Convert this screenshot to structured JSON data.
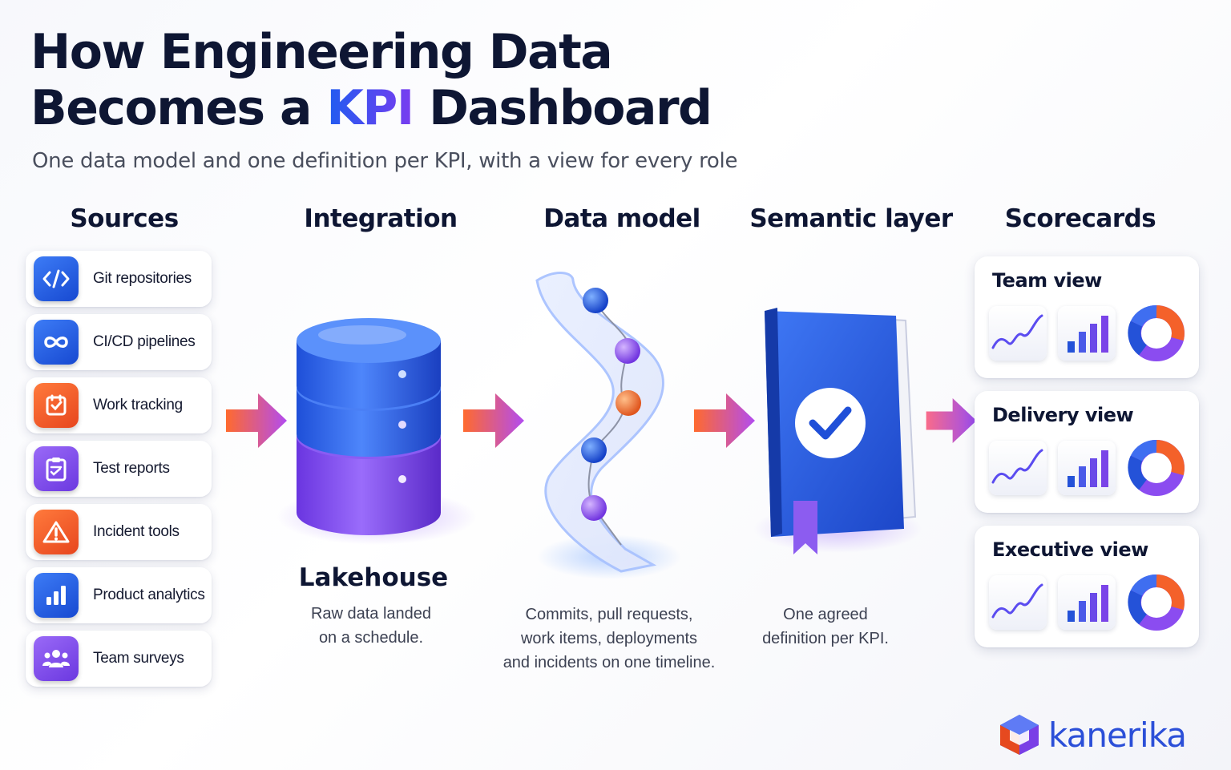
{
  "title": {
    "line1": "How Engineering Data",
    "line2_before": "Becomes a ",
    "line2_highlight": "KPI",
    "line2_after": " Dashboard"
  },
  "subtitle": "One data model and one definition per KPI, with a view for every role",
  "stages": {
    "sources": "Sources",
    "integration": "Integration",
    "data_model": "Data model",
    "semantic_layer": "Semantic layer",
    "scorecards": "Scorecards"
  },
  "sources": [
    {
      "label": "Git repositories",
      "icon": "code-icon",
      "color": "blue"
    },
    {
      "label": "CI/CD pipelines",
      "icon": "infinity-icon",
      "color": "blue"
    },
    {
      "label": "Work tracking",
      "icon": "checkbox-icon",
      "color": "orange"
    },
    {
      "label": "Test reports",
      "icon": "clipboard-icon",
      "color": "purple"
    },
    {
      "label": "Incident tools",
      "icon": "warning-icon",
      "color": "orange"
    },
    {
      "label": "Product analytics",
      "icon": "bar-chart-icon",
      "color": "blue"
    },
    {
      "label": "Team surveys",
      "icon": "people-icon",
      "color": "purple"
    }
  ],
  "integration": {
    "title": "Lakehouse",
    "caption_line1": "Raw data landed",
    "caption_line2": "on a schedule."
  },
  "data_model": {
    "caption_line1": "Commits, pull requests,",
    "caption_line2": "work items, deployments",
    "caption_line3": "and incidents on one timeline."
  },
  "semantic_layer": {
    "caption_line1": "One agreed",
    "caption_line2": "definition per KPI."
  },
  "scorecards": [
    {
      "title": "Team view"
    },
    {
      "title": "Delivery view"
    },
    {
      "title": "Executive view"
    }
  ],
  "brand": "kanerika",
  "colors": {
    "navy": "#0e1633",
    "blue": "#1f5cf0",
    "purple": "#7a3cf0",
    "orange": "#f05a28"
  }
}
